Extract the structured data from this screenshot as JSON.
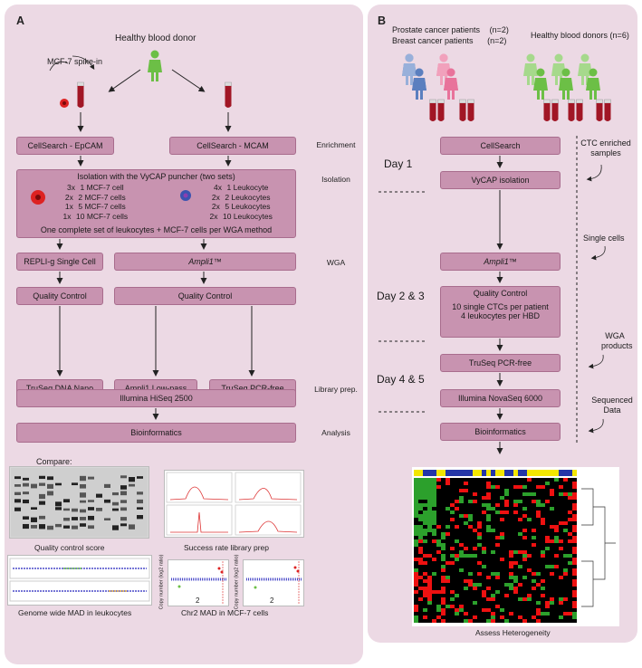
{
  "panel_a": {
    "letter": "A",
    "donor": "Healthy blood donor",
    "spike": "MCF-7 spike-in",
    "enrich_left": "CellSearch - EpCAM",
    "enrich_right": "CellSearch - MCAM",
    "isolation_title": "Isolation with the VyCAP puncher (two sets)",
    "mcf7_rows": [
      [
        "3x",
        "1 MCF-7 cell"
      ],
      [
        "2x",
        "2 MCF-7 cells"
      ],
      [
        "1x",
        "5 MCF-7 cells"
      ],
      [
        "1x",
        "10 MCF-7 cells"
      ]
    ],
    "leuko_rows": [
      [
        "4x",
        "1 Leukocyte"
      ],
      [
        "2x",
        "2 Leukocytes"
      ],
      [
        "2x",
        "5 Leukocytes"
      ],
      [
        "2x",
        "10 Leukocytes"
      ]
    ],
    "isolation_note": "One complete set of leukocytes + MCF-7 cells per WGA method",
    "wga_left": "REPLI-g Single Cell",
    "wga_right": "Ampli1™",
    "qc": "Quality Control",
    "lib_1": "TruSeq DNA Nano",
    "lib_2": "Ampli1 Low-pass",
    "lib_3": "TruSeq PCR-free",
    "seq": "Illumina HiSeq 2500",
    "bio": "Bioinformatics",
    "compare": "Compare:",
    "cap_qc": "Quality control score",
    "cap_success": "Success rate library prep",
    "cap_mad": "Genome wide MAD in leukocytes",
    "cap_chr2": "Chr2 MAD in MCF-7 cells",
    "chr2_ylabel": "Copy number (log2 ratio)",
    "chr2_x": "2"
  },
  "stages": {
    "enrichment": "Enrichment",
    "isolation": "Isolation",
    "wga": "WGA",
    "library": "Library prep.",
    "analysis": "Analysis"
  },
  "panel_b": {
    "letter": "B",
    "prostate": "Prostate cancer patients",
    "prostate_n": "(n=2)",
    "breast": "Breast cancer patients",
    "breast_n": "(n=2)",
    "hbd": "Healthy blood donors (n=6)",
    "day1": "Day 1",
    "day23": "Day 2 & 3",
    "day45": "Day 4 & 5",
    "cellsearch": "CellSearch",
    "vycap": "VyCAP isolation",
    "ampli": "Ampli1™",
    "qc_title": "Quality Control",
    "qc_line1": "10 single CTCs per patient",
    "qc_line2": "4 leukocytes per HBD",
    "truseq": "TruSeq PCR-free",
    "novaseq": "Illumina NovaSeq 6000",
    "bio": "Bioinformatics",
    "side_ctc": "CTC enriched samples",
    "side_single": "Single cells",
    "side_wga": "WGA products",
    "side_seq": "Sequenced Data",
    "heat_caption": "Assess Heterogeneity"
  },
  "colors": {
    "panel": "#ecd9e4",
    "box": "#c893b0",
    "female": "#6cbf46",
    "male": "#5b7fbf",
    "pink": "#e8739b",
    "tube": "#a11625"
  }
}
